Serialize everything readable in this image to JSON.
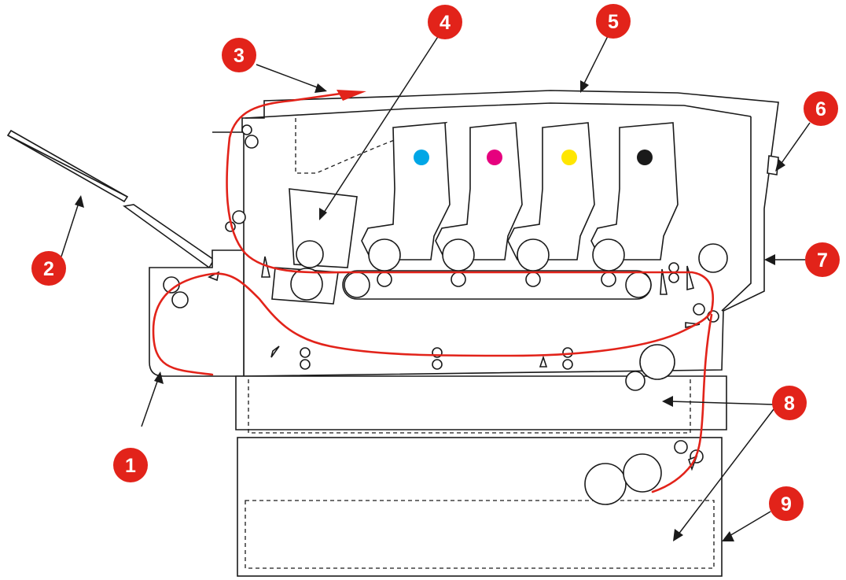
{
  "colors": {
    "paper_path": "#e2231a",
    "callout": "#e2231a",
    "toner_cyan": "#00a6e6",
    "toner_magenta": "#e6007e",
    "toner_yellow": "#ffe600",
    "toner_black": "#1a1a1a"
  },
  "toner_colors": [
    "cyan",
    "magenta",
    "yellow",
    "black"
  ],
  "callouts": [
    "1",
    "2",
    "3",
    "4",
    "5",
    "6",
    "7",
    "8",
    "9"
  ]
}
